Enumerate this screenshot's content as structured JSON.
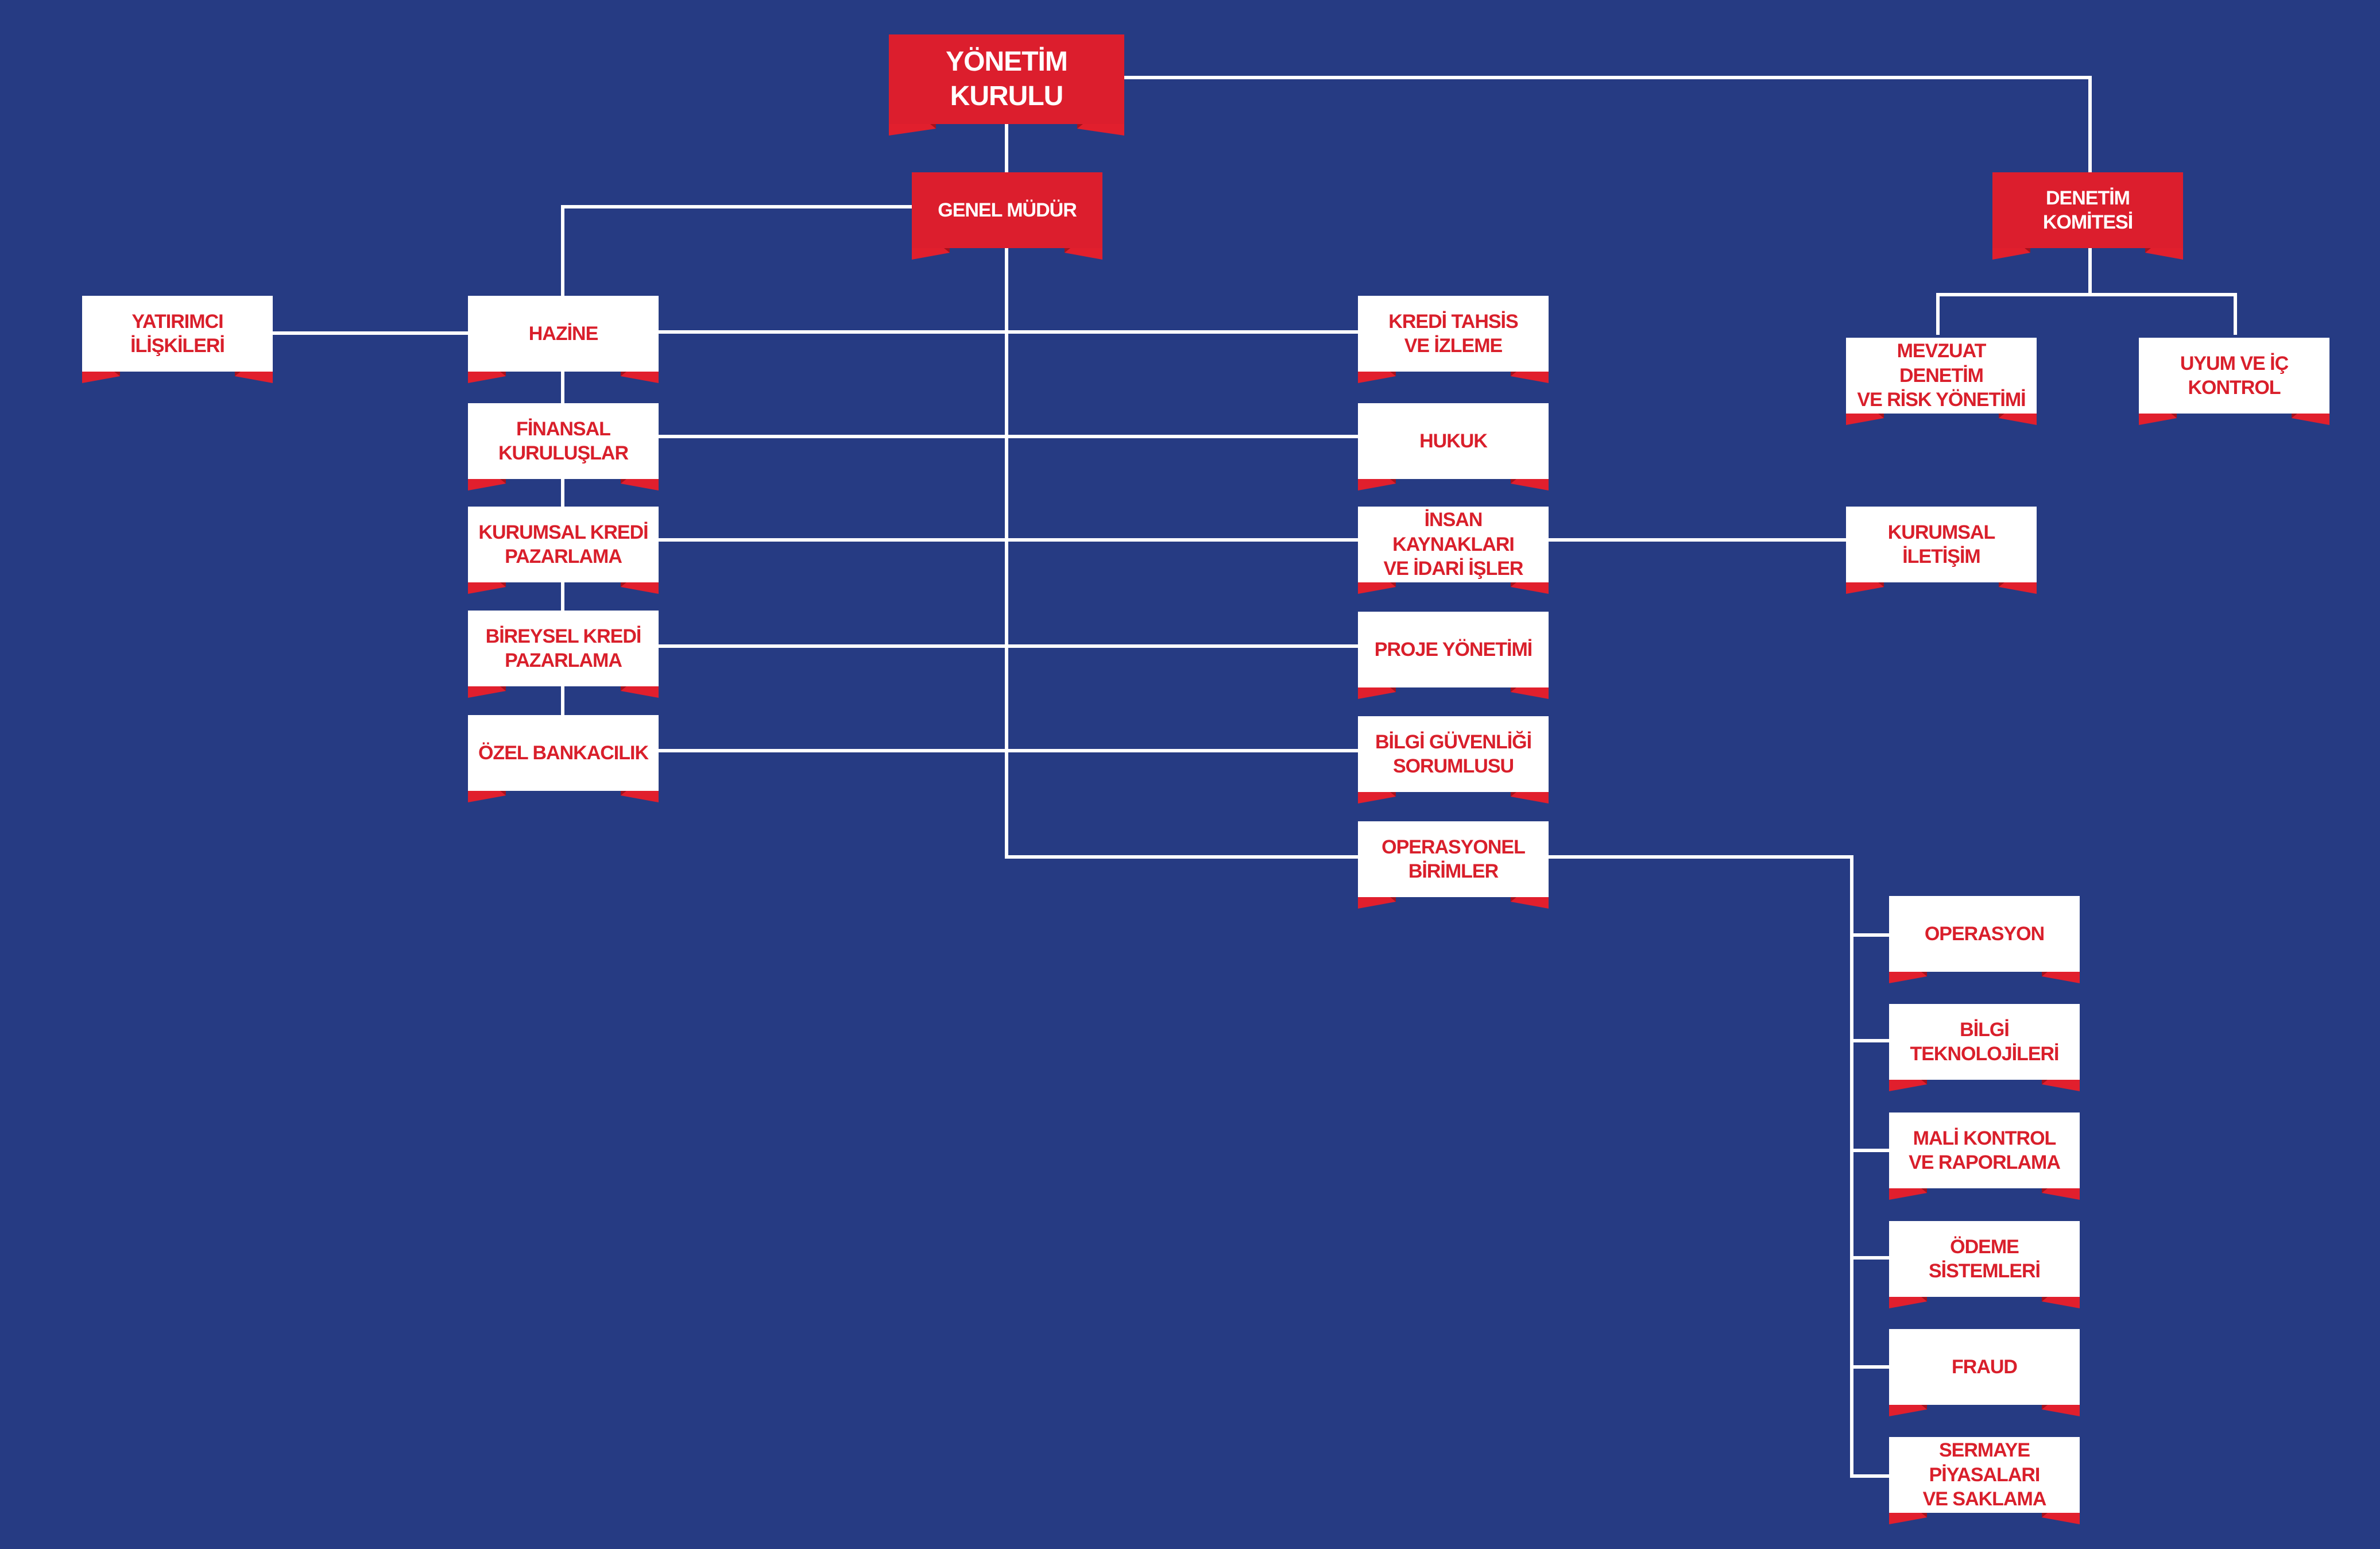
{
  "colors": {
    "background": "#263b83",
    "accent_red": "#dc1e2d",
    "tab_red": "#e11f2d",
    "tab_red_dark": "#a3121d",
    "box_white": "#ffffff",
    "line_white": "#ffffff"
  },
  "nodes": {
    "yonetim_kurulu": "YÖNETİM KURULU",
    "genel_mudur": "GENEL MÜDÜR",
    "denetim_komitesi": "DENETİM\nKOMİTESİ",
    "mevzuat_denetim": "MEVZUAT DENETİM\nVE RİSK YÖNETİMİ",
    "uyum_ic_kontrol": "UYUM VE İÇ\nKONTROL",
    "yatirimci_iliskileri": "YATIRIMCI\nİLİŞKİLERİ",
    "hazine": "HAZİNE",
    "finansal_kuruluslar": "FİNANSAL\nKURULUŞLAR",
    "kurumsal_kredi_pazarlama": "KURUMSAL KREDİ\nPAZARLAMA",
    "bireysel_kredi_pazarlama": "BİREYSEL KREDİ\nPAZARLAMA",
    "ozel_bankacilik": "ÖZEL BANKACILIK",
    "kredi_tahsis_izleme": "KREDİ TAHSİS\nVE İZLEME",
    "hukuk": "HUKUK",
    "insan_kaynaklari": "İNSAN KAYNAKLARI\nVE İDARİ İŞLER",
    "kurumsal_iletisim": "KURUMSAL\nİLETİŞİM",
    "proje_yonetimi": "PROJE YÖNETİMİ",
    "bilgi_guvenligi": "BİLGİ GÜVENLİĞİ\nSORUMLUSU",
    "operasyonel_birimler": "OPERASYONEL\nBİRİMLER",
    "operasyon": "OPERASYON",
    "bilgi_teknolojileri": "BİLGİ\nTEKNOLOJİLERİ",
    "mali_kontrol": "MALİ KONTROL\nVE RAPORLAMA",
    "odeme_sistemleri": "ÖDEME\nSİSTEMLERİ",
    "fraud": "FRAUD",
    "sermaye_piyasalari": "SERMAYE PİYASALARI\nVE SAKLAMA"
  }
}
